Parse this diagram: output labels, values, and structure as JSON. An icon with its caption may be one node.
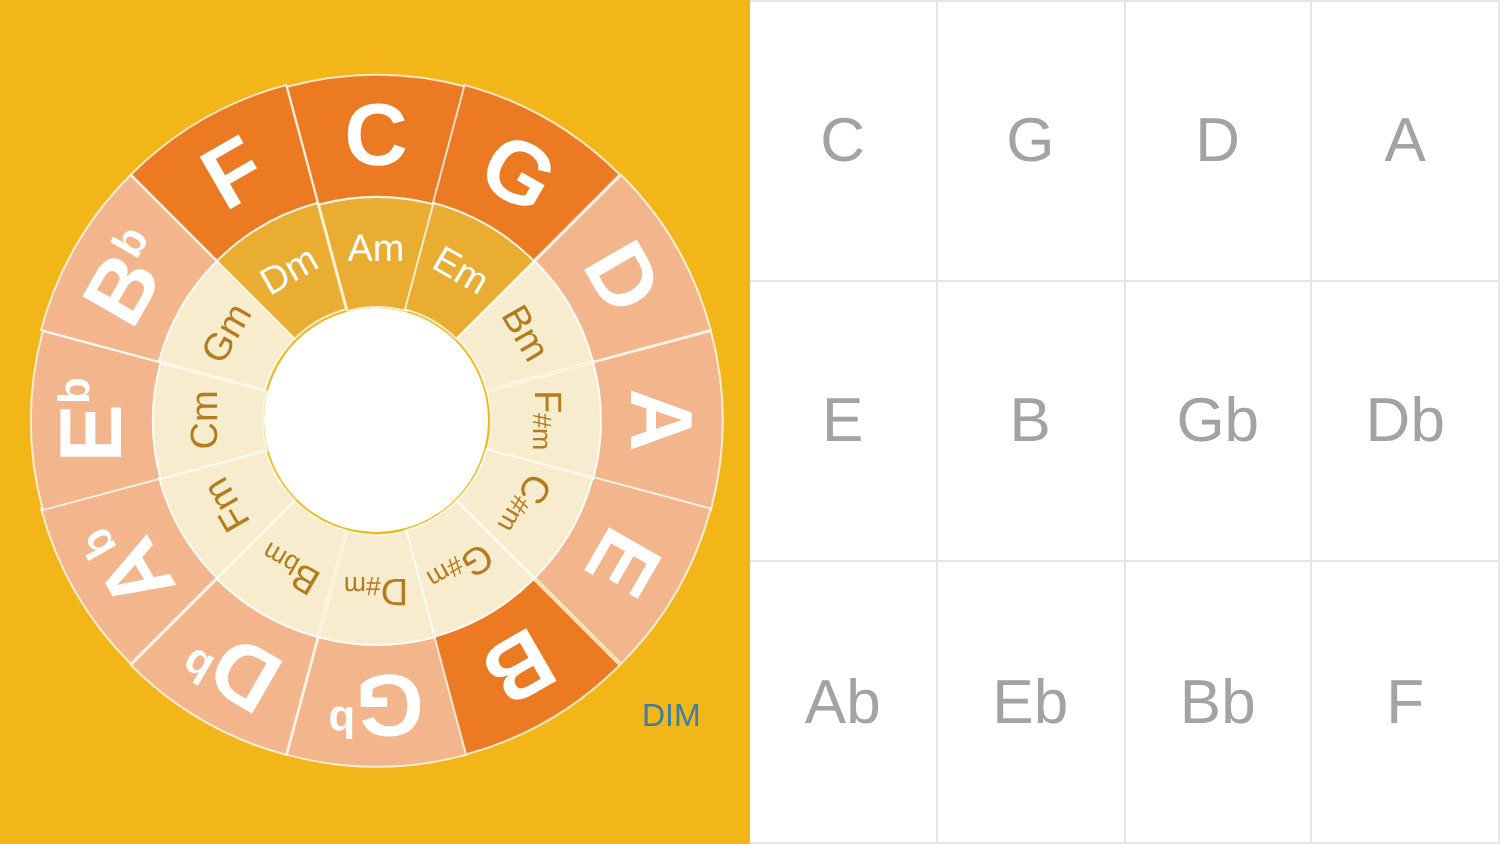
{
  "diagram": {
    "nodes": [
      {
        "text": [
          "C"
        ]
      },
      {
        "text": [
          "G"
        ]
      },
      {
        "text": [
          "D"
        ]
      },
      {
        "text": [
          "A"
        ]
      },
      {
        "text": [
          "E"
        ]
      },
      {
        "text": [
          "B"
        ]
      },
      {
        "text": [
          "G$^{b}$"
        ]
      },
      {
        "text": [
          "D$^{b}$"
        ]
      },
      {
        "text": [
          "A$^{b}$"
        ]
      },
      {
        "text": [
          "E$^{b}$"
        ]
      },
      {
        "text": [
          "B$^{b}$"
        ]
      },
      {
        "text": [
          "F"
        ]
      },
      {
        "text": [
          "Am"
        ]
      },
      {
        "text": [
          "Em"
        ]
      },
      {
        "text": [
          "Bm"
        ]
      },
      {
        "text": [
          "F$_{#m}$"
        ]
      },
      {
        "text": [
          "C$_{#m}$"
        ]
      },
      {
        "text": [
          "G$_{#m}$"
        ]
      },
      {
        "text": [
          "D$_{#m}$"
        ]
      },
      {
        "text": [
          "B$_{bm}$"
        ]
      },
      {
        "text": [
          "Fm"
        ]
      },
      {
        "text": [
          "Cm"
        ]
      },
      {
        "text": [
          "Gm"
        ]
      },
      {
        "text": [
          "Dm"
        ]
      },
      {
        "text": [],
        "shape": "circle"
      }
    ],
    "labels": [
      "DIM",
      "C",
      "G",
      "D",
      "A",
      "E",
      "B",
      "Gb",
      "Db",
      "Ab",
      "Eb",
      "Bb",
      "F"
    ]
  }
}
